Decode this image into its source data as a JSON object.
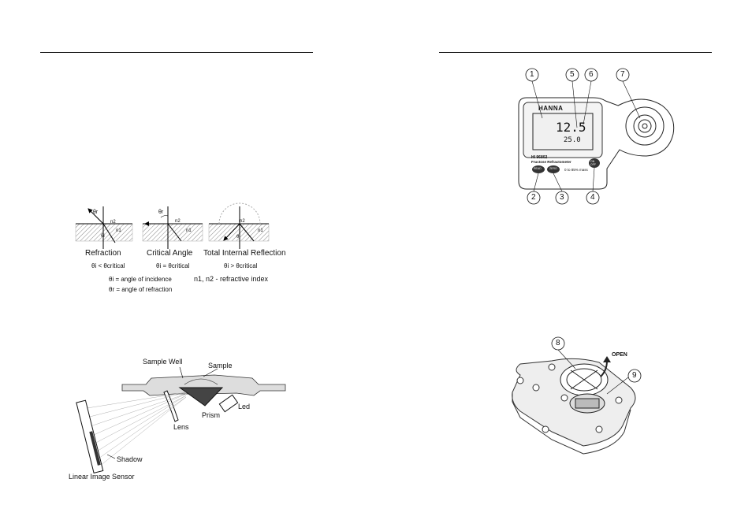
{
  "refraction": {
    "panels": [
      {
        "title": "Refraction",
        "cond": "θi < θcritical"
      },
      {
        "title": "Critical Angle",
        "cond": "θi = θcritical"
      },
      {
        "title": "Total Internal Reflection",
        "cond": "θi > θcritical"
      }
    ],
    "legend_incidence": "θi = angle of incidence",
    "legend_refraction": "θr = angle of refraction",
    "legend_index": "n1, n2 - refractive index"
  },
  "optics": {
    "sample_well": "Sample Well",
    "sample": "Sample",
    "prism": "Prism",
    "led": "Led",
    "lens": "Lens",
    "shadow": "Shadow",
    "sensor": "Linear Image Sensor"
  },
  "device": {
    "brand": "HANNA",
    "model": "HI 96802",
    "name": "Fructose Refractometer",
    "range": "0 to 85%  mass",
    "reading": "12.5",
    "temp": "25.0",
    "btn_read": "READ",
    "btn_zero": "ZERO",
    "btn_on": "ON\nOFF",
    "callouts": [
      "1",
      "2",
      "3",
      "4",
      "5",
      "6",
      "7"
    ]
  },
  "battery": {
    "open_label": "OPEN",
    "callouts": [
      "8",
      "9"
    ]
  }
}
